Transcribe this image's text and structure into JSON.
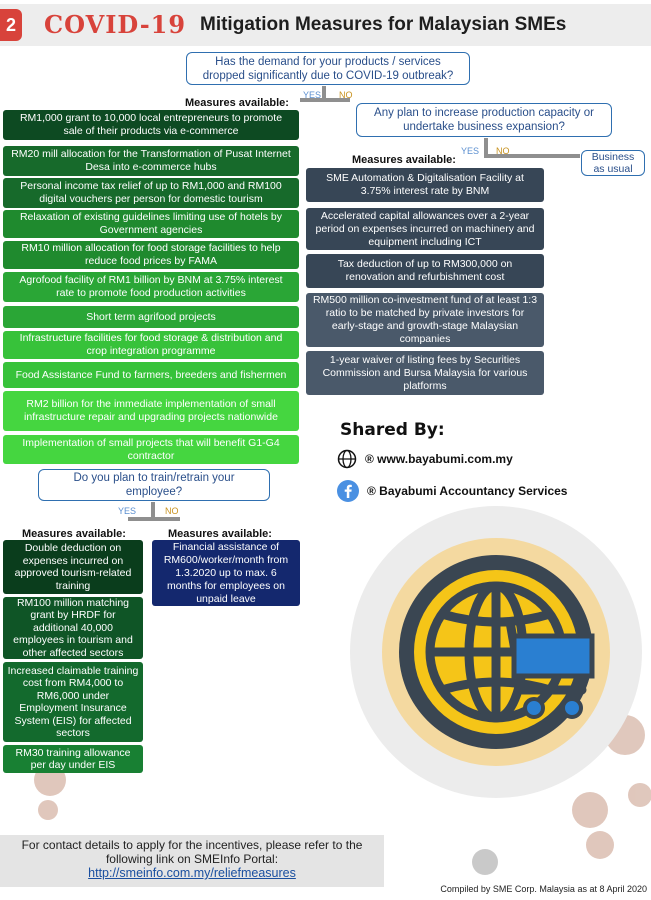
{
  "header": {
    "page_number": "2",
    "title_highlight": "COVID-19",
    "title_rest": "Mitigation Measures for Malaysian SMEs"
  },
  "q1": {
    "text": "Has the demand for your products / services dropped significantly due to COVID-19 outbreak?",
    "yes": "YES",
    "no": "NO"
  },
  "left_measures": {
    "label": "Measures available:",
    "items": [
      "RM1,000 grant to 10,000 local entrepreneurs to promote sale of their products via e-commerce",
      "RM20 mill allocation for the Transformation of Pusat Internet Desa into e-commerce hubs",
      "Personal income tax relief of up to RM1,000 and RM100 digital vouchers per person for domestic tourism",
      "Relaxation of existing guidelines limiting use of hotels by Government agencies",
      "RM10 million allocation for food storage facilities to help reduce food prices by FAMA",
      "Agrofood facility of RM1 billion by BNM at 3.75% interest rate to promote food production activities",
      "Short term agrifood projects",
      "Infrastructure facilities for food storage & distribution and crop integration programme",
      "Food Assistance Fund to farmers, breeders and fishermen",
      "RM2 billion for the immediate implementation of small infrastructure repair and upgrading projects nationwide",
      "Implementation of small projects that will benefit G1-G4 contractor"
    ]
  },
  "q2": {
    "text": "Any plan to increase production capacity or undertake business expansion?",
    "yes": "YES",
    "no": "NO",
    "no_outcome": "Business as usual"
  },
  "right_measures": {
    "label": "Measures available:",
    "items": [
      "SME Automation & Digitalisation Facility at 3.75% interest rate by BNM",
      "Accelerated capital allowances over a 2-year period on expenses incurred on machinery and equipment including ICT",
      "Tax deduction of up to RM300,000 on renovation and refurbishment cost",
      "RM500 million co-investment fund of at least 1:3 ratio to be matched by private investors for early-stage and growth-stage Malaysian companies",
      "1-year waiver of listing fees by Securities Commission and Bursa Malaysia for various platforms"
    ]
  },
  "q3": {
    "text": "Do you plan to train/retrain your employee?",
    "yes": "YES",
    "no": "NO"
  },
  "train_yes": {
    "label": "Measures available:",
    "items": [
      "Double deduction on expenses incurred on approved tourism-related training",
      "RM100 million matching grant by HRDF for additional 40,000 employees in tourism and other affected sectors",
      "Increased claimable training cost from RM4,000 to RM6,000 under Employment Insurance System (EIS) for affected sectors",
      "RM30 training allowance per day under EIS"
    ]
  },
  "train_no": {
    "label": "Measures available:",
    "items": [
      "Financial assistance of RM600/worker/month from 1.3.2020 up to max. 6 months for employees on unpaid leave"
    ]
  },
  "shared": {
    "title": "Shared By:",
    "website": "® www.bayabumi.com.my",
    "facebook": "® Bayabumi Accountancy Services"
  },
  "footer": {
    "text": "For contact details to apply for the incentives, please refer to the following link on SMEInfo Portal:",
    "link": "http://smeinfo.com.my/reliefmeasures",
    "compiled": "Compiled by SME Corp. Malaysia as at 8 April 2020"
  },
  "colors": {
    "accent_red": "#d8433b",
    "question_blue": "#2f6fb0",
    "globe_yellow": "#f5c518",
    "cart_blue": "#2a7fd1"
  }
}
